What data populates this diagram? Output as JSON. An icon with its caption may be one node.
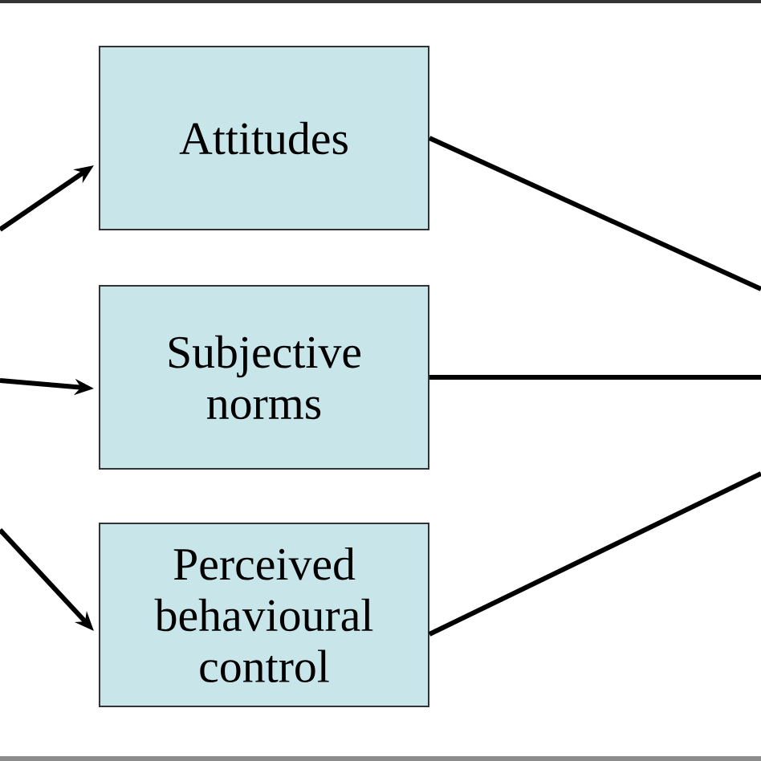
{
  "diagram": {
    "nodes": [
      {
        "text": [
          "Attitudes"
        ]
      },
      {
        "text": [
          "Subjective norms"
        ]
      },
      {
        "text": [
          "Perceived behavioural control"
        ]
      }
    ],
    "edges": [
      {
        "from": null,
        "to": 0,
        "arrow": "to"
      },
      {
        "from": null,
        "to": 1,
        "arrow": "to"
      },
      {
        "from": null,
        "to": 2,
        "arrow": "to"
      },
      {
        "from": 0,
        "to": null,
        "arrow": "none"
      },
      {
        "from": 1,
        "to": null,
        "arrow": "none"
      },
      {
        "from": 2,
        "to": null,
        "arrow": "none"
      }
    ]
  }
}
